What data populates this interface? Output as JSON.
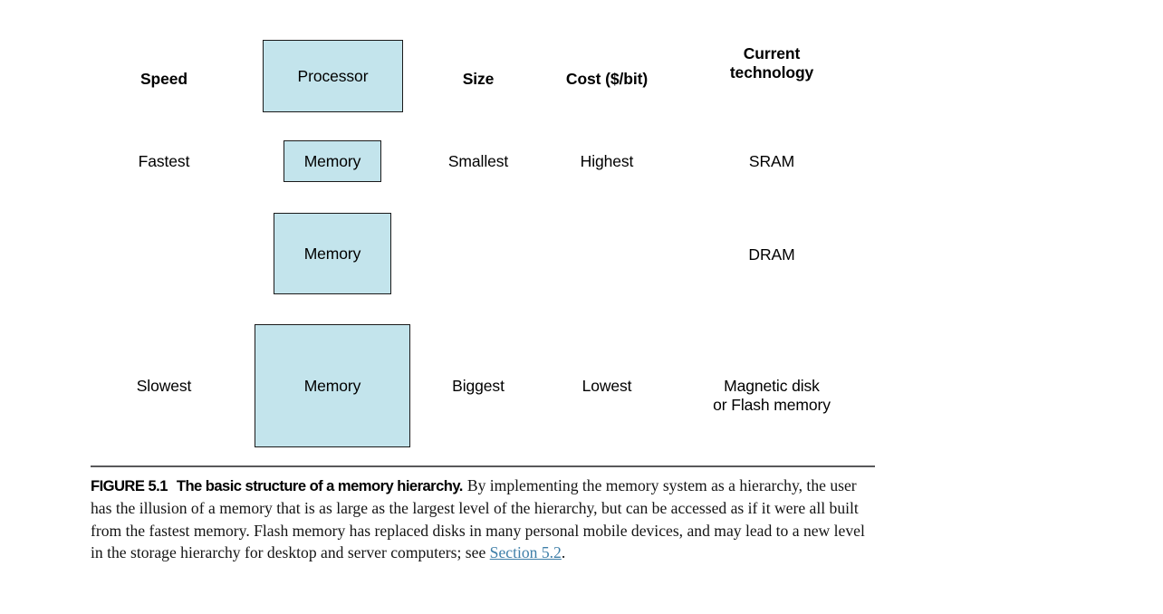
{
  "figure": {
    "columns": [
      {
        "key": "speed",
        "header": "Speed"
      },
      {
        "key": "block",
        "header": ""
      },
      {
        "key": "size",
        "header": "Size"
      },
      {
        "key": "cost",
        "header": "Cost ($/bit)"
      },
      {
        "key": "technology",
        "header": "Current\ntechnology"
      }
    ],
    "header_technology_line1": "Current",
    "header_technology_line2": "technology",
    "top_block_label": "Processor",
    "levels": [
      {
        "speed": "Fastest",
        "block_label": "Memory",
        "size": "Smallest",
        "cost": "Highest",
        "technology_line1": "SRAM",
        "technology_line2": ""
      },
      {
        "speed": "",
        "block_label": "Memory",
        "size": "",
        "cost": "",
        "technology_line1": "DRAM",
        "technology_line2": ""
      },
      {
        "speed": "Slowest",
        "block_label": "Memory",
        "size": "Biggest",
        "cost": "Lowest",
        "technology_line1": "Magnetic disk",
        "technology_line2": "or Flash memory"
      }
    ],
    "box_fill_color": "#c3e4ec",
    "box_border_color": "#1a1a1a"
  },
  "caption": {
    "figure_number": "FIGURE 5.1",
    "title": "The basic structure of a memory hierarchy.",
    "body_part1": "By implementing the memory system as a hierarchy, the user has the illusion of a memory that is as large as the largest level of the hierarchy, but can be accessed as if it were all built from the fastest memory. Flash memory has replaced disks in many personal mobile devices, and may lead to a new level in the storage hierarchy for desktop and server computers; see ",
    "cross_reference": "Section 5.2",
    "body_part2": ".",
    "link_color": "#3f7fa8",
    "rule_color": "#58585a"
  }
}
